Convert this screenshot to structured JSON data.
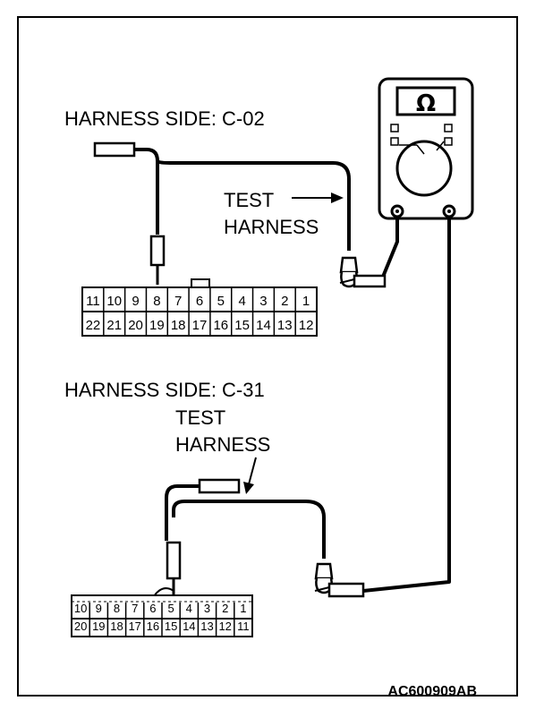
{
  "labels": {
    "c02_title": "HARNESS SIDE: C-02",
    "c31_title": "HARNESS SIDE: C-31",
    "test_upper_1": "TEST",
    "test_upper_2": "HARNESS",
    "test_lower_1": "TEST",
    "test_lower_2": "HARNESS",
    "figure_code": "AC600909AB"
  },
  "meter": {
    "symbol": "Ω",
    "icon": "ohmmeter-icon"
  },
  "connector_c02": {
    "top_row": [
      "11",
      "10",
      "9",
      "8",
      "7",
      "6",
      "5",
      "4",
      "3",
      "2",
      "1"
    ],
    "bottom_row": [
      "22",
      "21",
      "20",
      "19",
      "18",
      "17",
      "16",
      "15",
      "14",
      "13",
      "12"
    ],
    "probed_pin": "8"
  },
  "connector_c31": {
    "top_row": [
      "10",
      "9",
      "8",
      "7",
      "6",
      "5",
      "4",
      "3",
      "2",
      "1"
    ],
    "bottom_row": [
      "20",
      "19",
      "18",
      "17",
      "16",
      "15",
      "14",
      "13",
      "12",
      "11"
    ],
    "probed_pin": "5"
  }
}
